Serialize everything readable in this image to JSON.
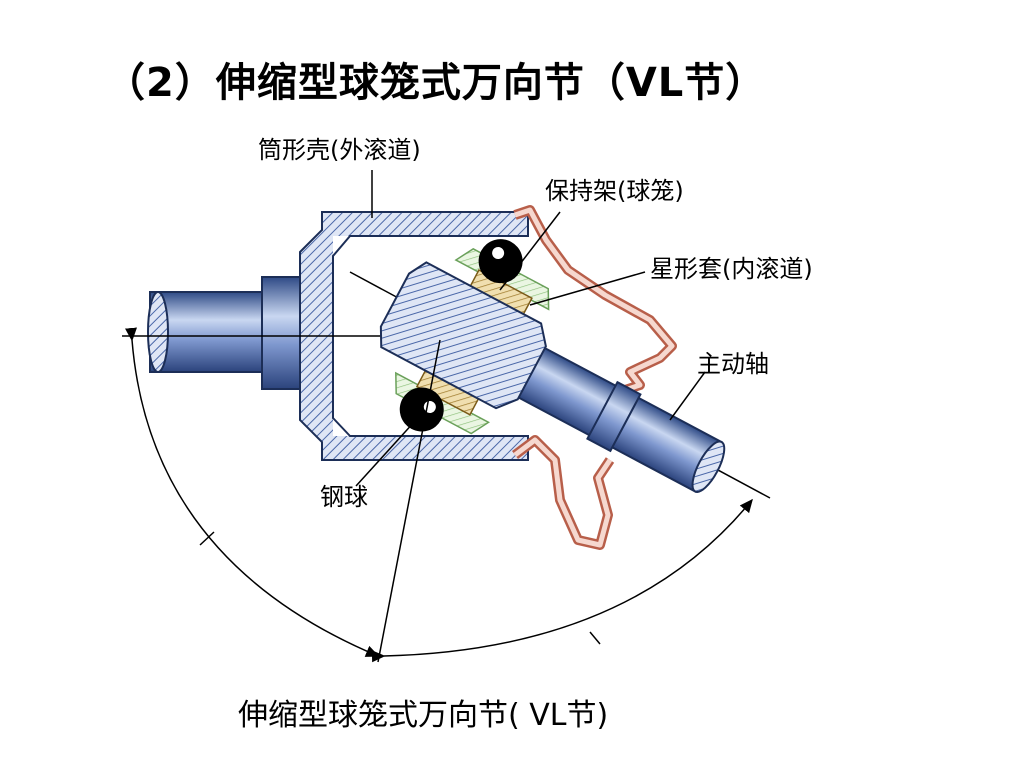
{
  "slide": {
    "title": "（2）伸缩型球笼式万向节（VL节）"
  },
  "diagram": {
    "labels": {
      "housing": "筒形壳(外滚道)",
      "cage": "保持架(球笼)",
      "inner_race": "星形套(内滚道)",
      "drive_shaft": "主动轴",
      "steel_ball": "钢球"
    },
    "caption": "伸缩型球笼式万向节( VL节)",
    "colors": {
      "shaft": "#3f5e9c",
      "shaft_highlight": "#c8d6f0",
      "housing_hatch": "#4a67a8",
      "cage": "#d9b46a",
      "boot": "#e6a08c",
      "ball": "#000000",
      "spring_green": "#9fcf8a"
    }
  }
}
